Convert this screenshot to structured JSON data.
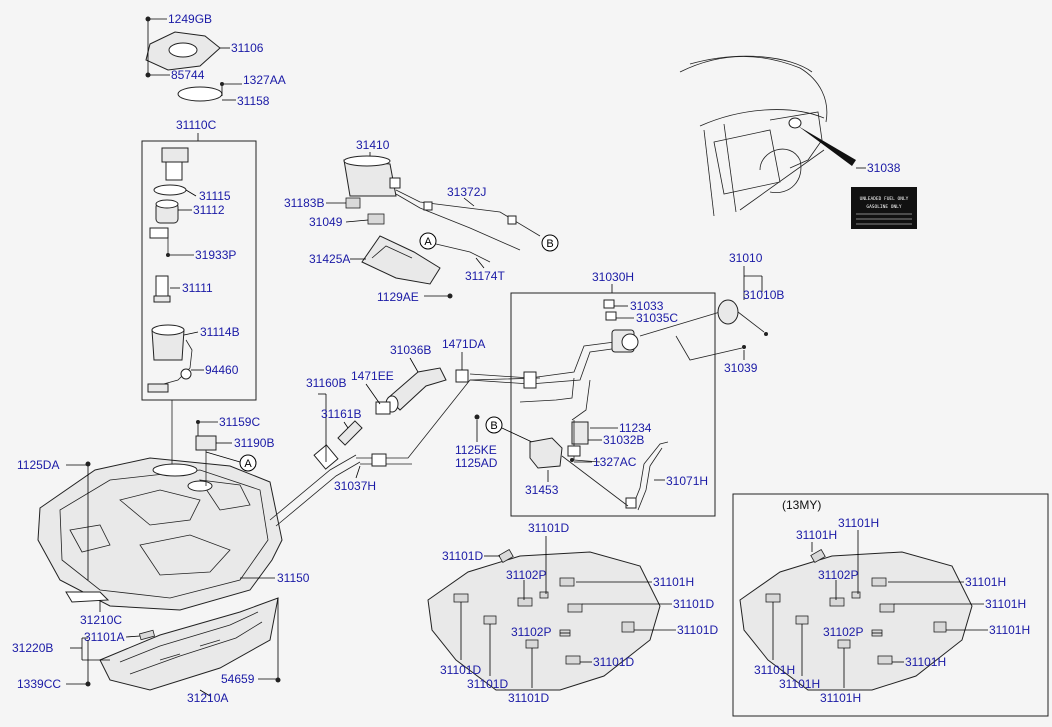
{
  "labels": {
    "p1249GB": "1249GB",
    "p31106": "31106",
    "p85744": "85744",
    "p1327AA": "1327AA",
    "p31158": "31158",
    "p31110C": "31110C",
    "p31115": "31115",
    "p31112": "31112",
    "p31933P": "31933P",
    "p31111": "31111",
    "p31114B": "31114B",
    "p94460": "94460",
    "p31159C": "31159C",
    "p31190B": "31190B",
    "p1125DA": "1125DA",
    "p31150": "31150",
    "p31210C": "31210C",
    "p31220B": "31220B",
    "p31101A": "31101A",
    "p1339CC": "1339CC",
    "p54659": "54659",
    "p31210A": "31210A",
    "p31160B": "31160B",
    "p1471EE": "1471EE",
    "p31161B": "31161B",
    "p31036B": "31036B",
    "p1471DA": "1471DA",
    "p31037H": "31037H",
    "p31410": "31410",
    "p31183B": "31183B",
    "p31049": "31049",
    "p31372J": "31372J",
    "p31425A": "31425A",
    "p31174T": "31174T",
    "p1129AE": "1129AE",
    "p31030H": "31030H",
    "p31033": "31033",
    "p31035C": "31035C",
    "p31010": "31010",
    "p31010B": "31010B",
    "p31039": "31039",
    "p11234": "11234",
    "p31032B": "31032B",
    "p1125KE": "1125KE",
    "p1125AD": "1125AD",
    "p1327AC": "1327AC",
    "p31453": "31453",
    "p31071H": "31071H",
    "p31038": "31038",
    "m31101D_top": "31101D",
    "m31101D_left": "31101D",
    "m31102P_a": "31102P",
    "m31101H_a": "31101H",
    "m31101D_r1": "31101D",
    "m31102P_b": "31102P",
    "m31101D_r2": "31101D",
    "m31101D_bl": "31101D",
    "m31101D_r3": "31101D",
    "m31101D_b2": "31101D",
    "m31101D_b3": "31101D",
    "n31101H_top": "31101H",
    "n31101H_left": "31101H",
    "n31102P_a": "31102P",
    "n31101H_a": "31101H",
    "n31101H_r1": "31101H",
    "n31102P_b": "31102P",
    "n31101H_r2": "31101H",
    "n31101H_bl": "31101H",
    "n31101H_r3": "31101H",
    "n31101H_b2": "31101H",
    "n31101H_b3": "31101H"
  },
  "variant_label": "(13MY)",
  "callouts": {
    "a": "A",
    "b": "B"
  },
  "decal_lines": [
    "UNLEADED FUEL ONLY",
    "GASOLINE ONLY"
  ],
  "colors": {
    "label": "#1a1aa6",
    "line": "#222222",
    "background": "#f5f5f5"
  }
}
